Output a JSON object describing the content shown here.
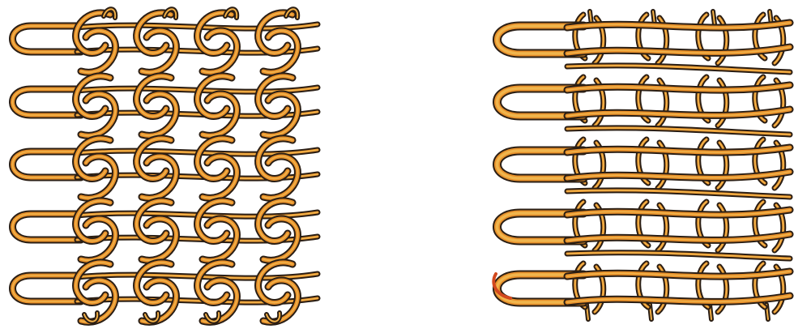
{
  "figure": {
    "panels": [
      {
        "id": "left",
        "structure": "weft-knit-loops",
        "rows": 5,
        "columns": 4
      },
      {
        "id": "right",
        "structure": "knit-loops-with-laid-in-weft",
        "rows": 5,
        "columns": 4
      }
    ],
    "colors": {
      "yarn_fill": "#e8902a",
      "yarn_highlight": "#f3c25a",
      "yarn_outline": "#2a1e14",
      "accent": "#d2481e",
      "background": "#ffffff"
    }
  }
}
